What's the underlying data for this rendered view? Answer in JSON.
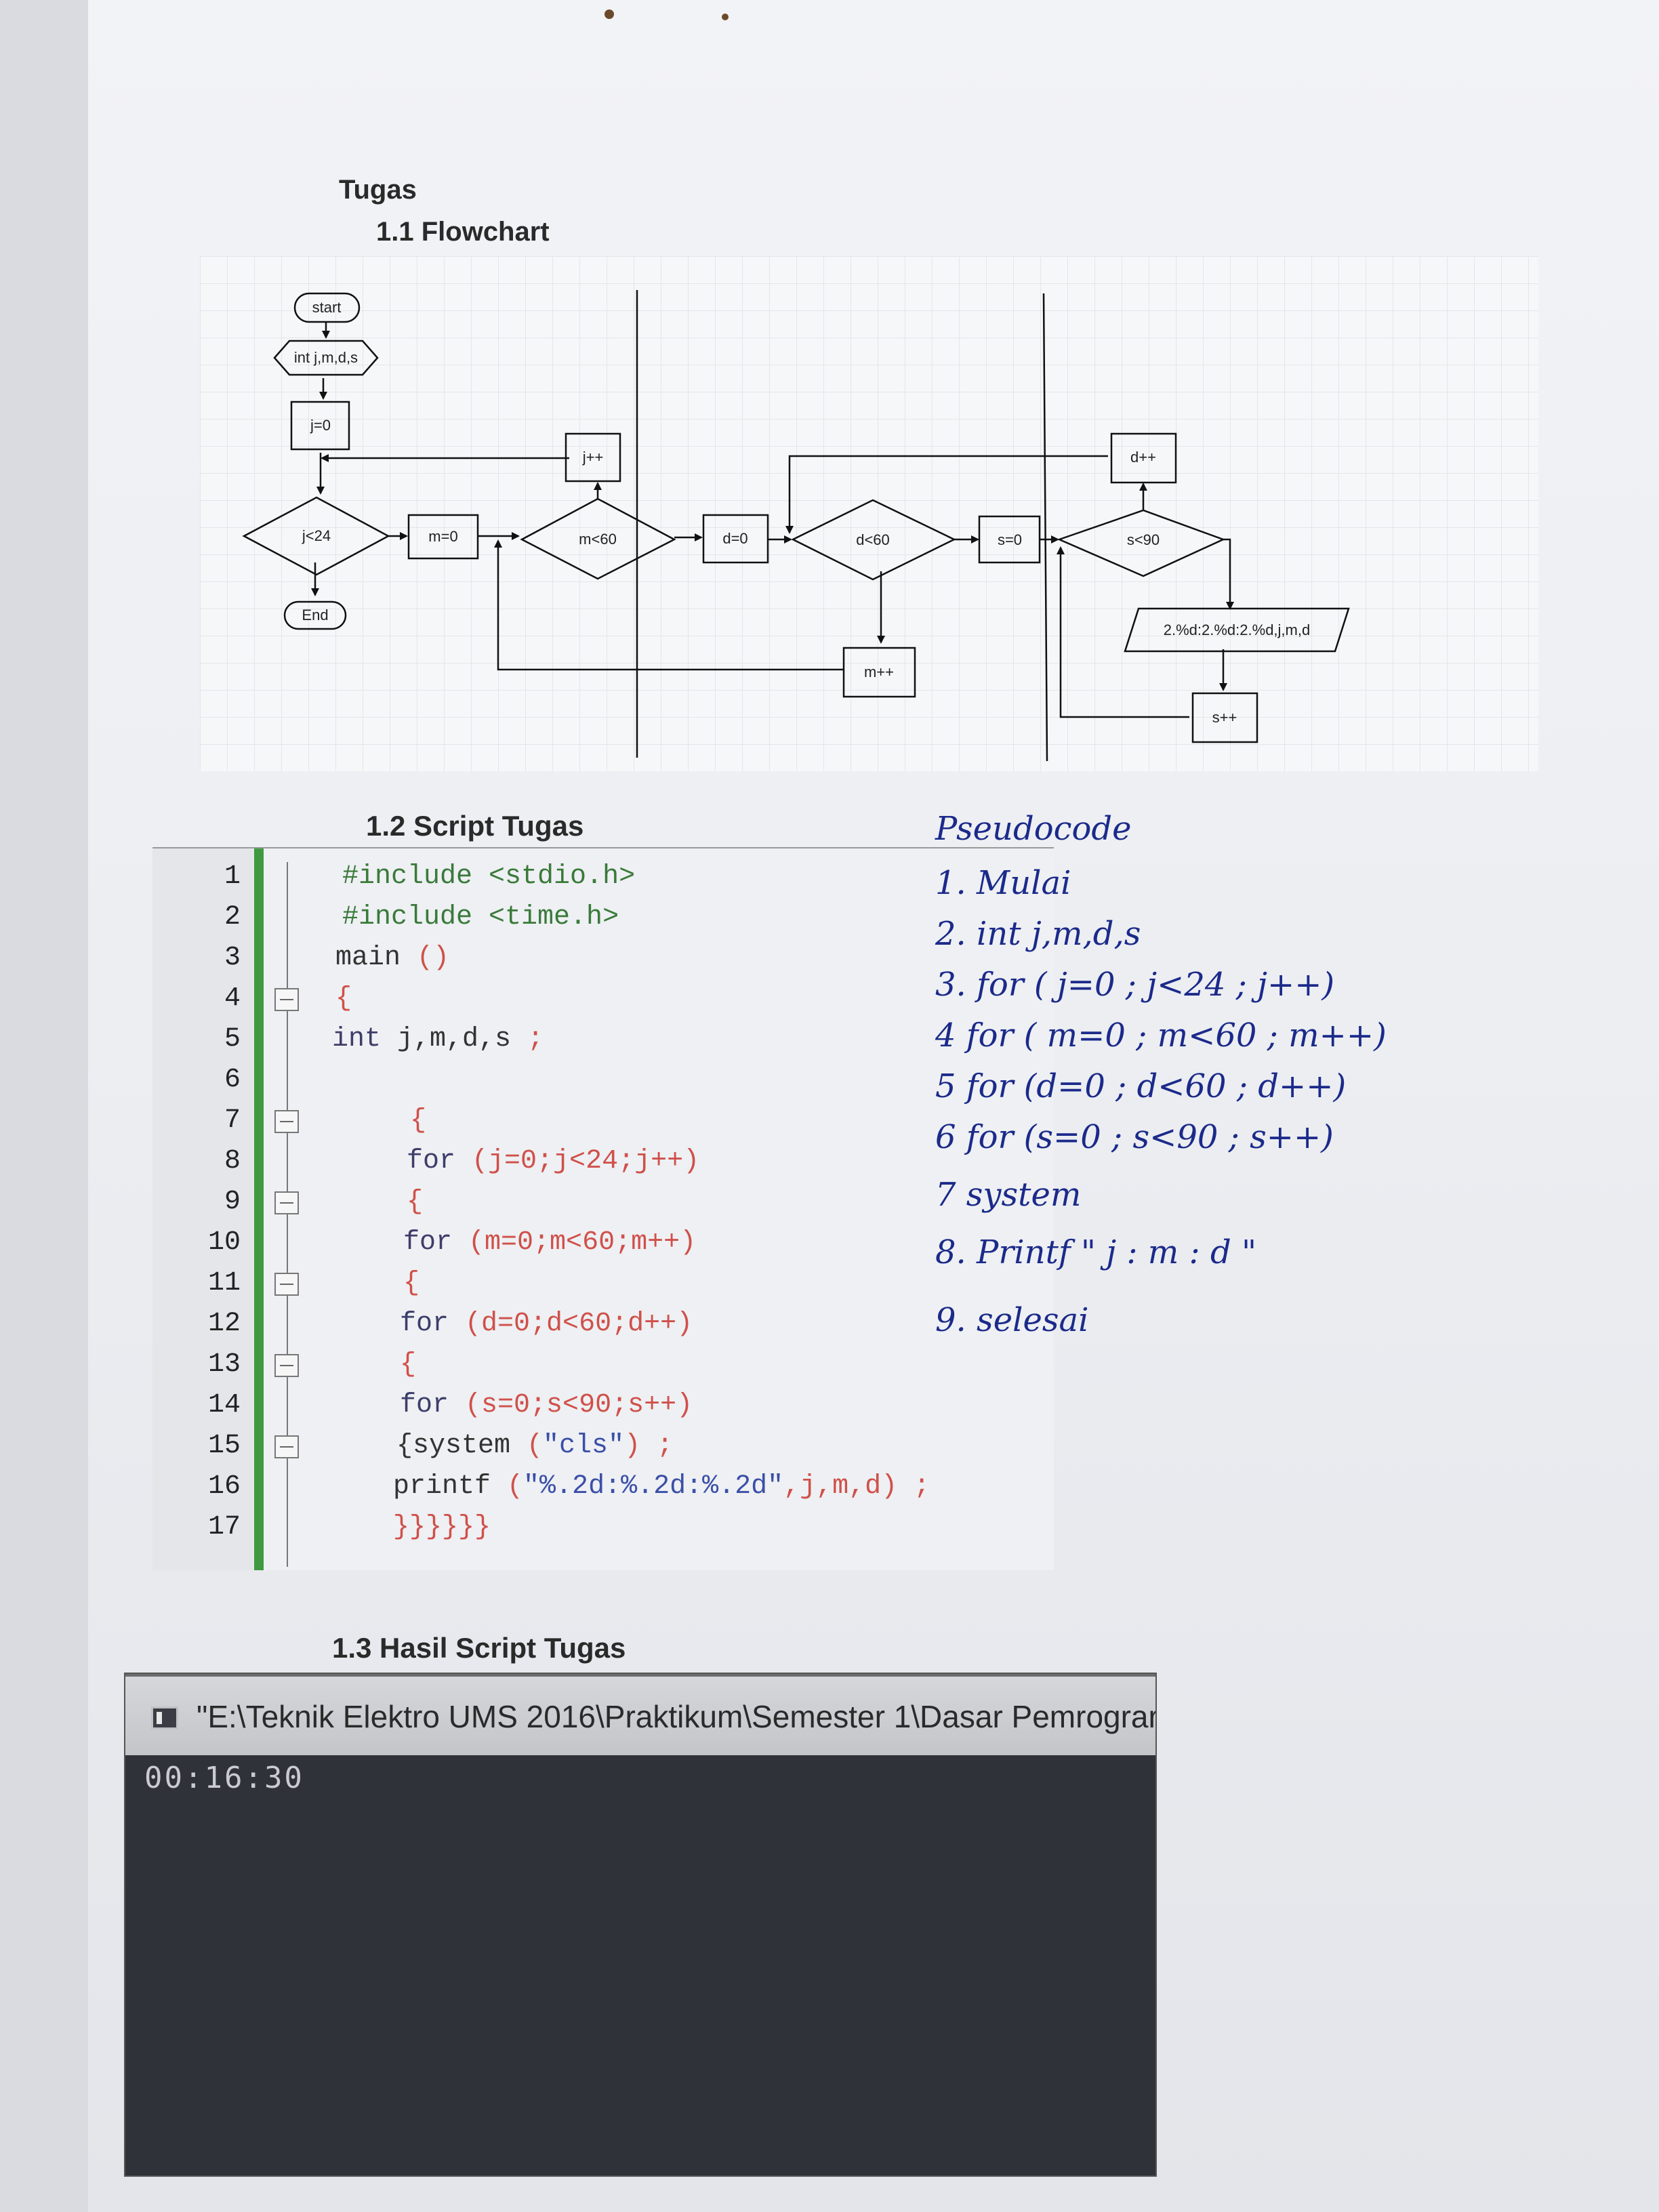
{
  "document": {
    "title": "Tugas",
    "section_flowchart": "1.1 Flowchart",
    "section_script": "1.2 Script Tugas",
    "section_result": "1.3 Hasil Script Tugas"
  },
  "flowchart": {
    "start": "start",
    "declare": "int j,m,d,s",
    "j_init": "j=0",
    "j_cond": "j<24",
    "end": "End",
    "m_init": "m=0",
    "m_cond": "m<60",
    "j_inc": "j++",
    "d_init": "d=0",
    "d_cond": "d<60",
    "m_inc": "m++",
    "s_init": "s=0",
    "s_cond": "s<90",
    "d_inc": "d++",
    "output": "2.%d:2.%d:2.%d,j,m,d",
    "s_inc": "s++"
  },
  "code": {
    "lines": [
      {
        "n": "1",
        "tokens": [
          {
            "t": "#include <stdio.h>",
            "c": "pre"
          }
        ]
      },
      {
        "n": "2",
        "tokens": [
          {
            "t": "#include <time.h>",
            "c": "pre"
          }
        ]
      },
      {
        "n": "3",
        "tokens": [
          {
            "t": "main ",
            "c": "plain"
          },
          {
            "t": "()",
            "c": "punc"
          }
        ]
      },
      {
        "n": "4",
        "tokens": [
          {
            "t": "{",
            "c": "punc"
          }
        ]
      },
      {
        "n": "5",
        "tokens": [
          {
            "t": "int",
            "c": "kw"
          },
          {
            "t": " j,m,d,s ",
            "c": "plain"
          },
          {
            "t": ";",
            "c": "punc"
          }
        ]
      },
      {
        "n": "6",
        "tokens": []
      },
      {
        "n": "7",
        "tokens": [
          {
            "t": "{",
            "c": "punc"
          }
        ]
      },
      {
        "n": "8",
        "tokens": [
          {
            "t": "for",
            "c": "kw"
          },
          {
            "t": " (j=",
            "c": "punc"
          },
          {
            "t": "0",
            "c": "num"
          },
          {
            "t": ";j<",
            "c": "punc"
          },
          {
            "t": "24",
            "c": "num"
          },
          {
            "t": ";j++)",
            "c": "punc"
          }
        ]
      },
      {
        "n": "9",
        "tokens": [
          {
            "t": "{",
            "c": "punc"
          }
        ]
      },
      {
        "n": "10",
        "tokens": [
          {
            "t": "for",
            "c": "kw"
          },
          {
            "t": " (m=",
            "c": "punc"
          },
          {
            "t": "0",
            "c": "num"
          },
          {
            "t": ";m<",
            "c": "punc"
          },
          {
            "t": "60",
            "c": "num"
          },
          {
            "t": ";m++)",
            "c": "punc"
          }
        ]
      },
      {
        "n": "11",
        "tokens": [
          {
            "t": "{",
            "c": "punc"
          }
        ]
      },
      {
        "n": "12",
        "tokens": [
          {
            "t": "for",
            "c": "kw"
          },
          {
            "t": " (d=",
            "c": "punc"
          },
          {
            "t": "0",
            "c": "num"
          },
          {
            "t": ";d<",
            "c": "punc"
          },
          {
            "t": "60",
            "c": "num"
          },
          {
            "t": ";d++)",
            "c": "punc"
          }
        ]
      },
      {
        "n": "13",
        "tokens": [
          {
            "t": "{",
            "c": "punc"
          }
        ]
      },
      {
        "n": "14",
        "tokens": [
          {
            "t": "for",
            "c": "kw"
          },
          {
            "t": " (s=",
            "c": "punc"
          },
          {
            "t": "0",
            "c": "num"
          },
          {
            "t": ";s<",
            "c": "punc"
          },
          {
            "t": "90",
            "c": "num"
          },
          {
            "t": ";s++)",
            "c": "punc"
          }
        ]
      },
      {
        "n": "15",
        "tokens": [
          {
            "t": "{system ",
            "c": "plain"
          },
          {
            "t": "(",
            "c": "punc"
          },
          {
            "t": "\"cls\"",
            "c": "str"
          },
          {
            "t": ") ;",
            "c": "punc"
          }
        ]
      },
      {
        "n": "16",
        "tokens": [
          {
            "t": "printf ",
            "c": "plain"
          },
          {
            "t": "(",
            "c": "punc"
          },
          {
            "t": "\"%.2d:%.2d:%.2d\"",
            "c": "str"
          },
          {
            "t": ",j,m,d) ;",
            "c": "punc"
          }
        ]
      },
      {
        "n": "17",
        "tokens": [
          {
            "t": "}}}}}}",
            "c": "punc"
          }
        ]
      }
    ]
  },
  "pseudocode": {
    "title": "Pseudocode",
    "steps": [
      "1. Mulai",
      "2. int j,m,d,s",
      "3. for ( j=0 ; j<24 ; j++)",
      "4 for ( m=0 ; m<60 ; m++)",
      "5 for (d=0 ; d<60 ; d++)",
      "6 for (s=0 ; s<90 ; s++)",
      "7 system",
      "8. Printf \" j : m : d \"",
      "9. selesai"
    ]
  },
  "console": {
    "title": "\"E:\\Teknik Elektro UMS 2016\\Praktikum\\Semester 1\\Dasar Pemrograr",
    "output": "00:16:30"
  },
  "colors": {
    "paper": "#eceef2",
    "code_keyword": "#3d3d6b",
    "code_preprocessor": "#3a7a3a",
    "code_number": "#d0504a",
    "code_string": "#3b4fa8",
    "gutter_bar": "#3f9a3f",
    "handwriting": "#1b2a8a",
    "console_bg": "#2f3238"
  }
}
